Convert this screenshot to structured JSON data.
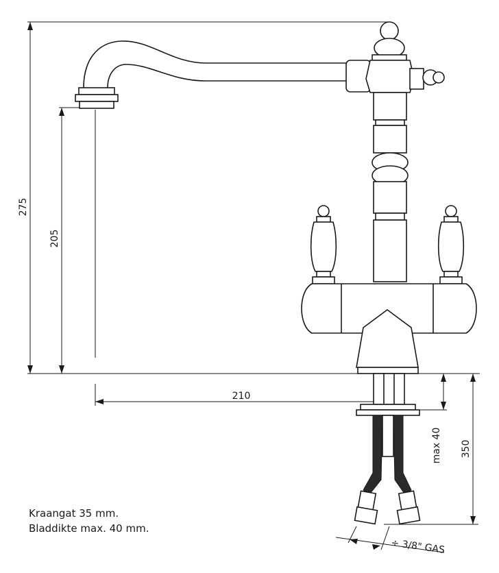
{
  "dimensions": {
    "total_height": "275",
    "spout_height": "205",
    "reach": "210",
    "max_thickness": "max 40",
    "hose_length": "350",
    "connection": "÷ 3/8\" GAS"
  },
  "notes": {
    "tap_hole": "Kraangat 35 mm.",
    "sink_thickness": "Bladdikte max. 40 mm."
  }
}
